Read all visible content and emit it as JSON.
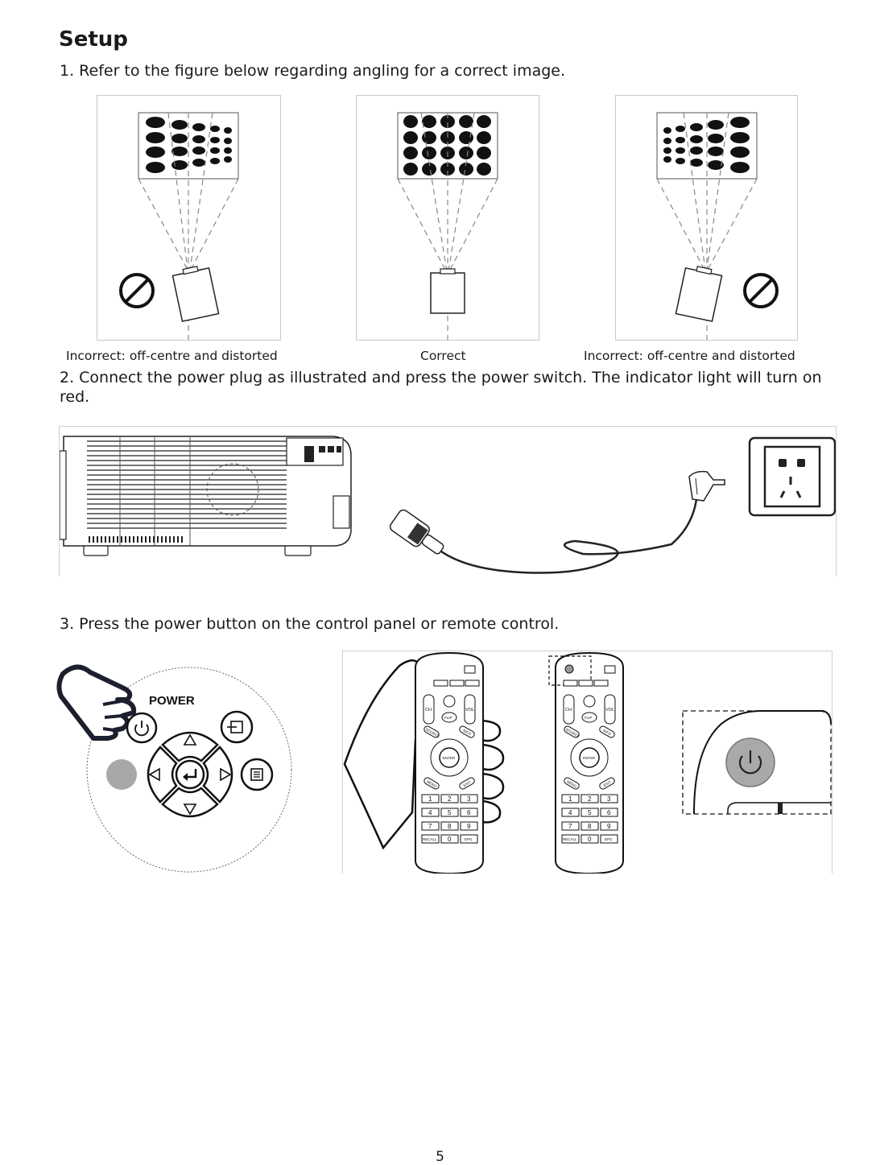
{
  "title": "Setup",
  "steps": [
    "1. Refer to the figure below regarding angling for a correct image.",
    "2. Connect the power plug as illustrated and press the power switch. The indicator light will turn on red.",
    "3. Press the power button on the control panel or remote control."
  ],
  "angle_captions": [
    "Incorrect: off-centre and distorted",
    "Correct",
    "Incorrect: off-centre and distorted"
  ],
  "control_panel": {
    "power_label": "POWER"
  },
  "remote": {
    "ch": "CH",
    "vol": "VOL",
    "flip": "FLIP",
    "source": "SOURCE",
    "info": "INFO",
    "enter": "ENTER",
    "menu": "MENU",
    "exit": "EXIT",
    "keys": [
      "1",
      "2",
      "3",
      "4",
      "5",
      "6",
      "7",
      "8",
      "9"
    ],
    "recall": "RECALL",
    "zero": "0",
    "epg": "EPG"
  },
  "page_number": "5"
}
